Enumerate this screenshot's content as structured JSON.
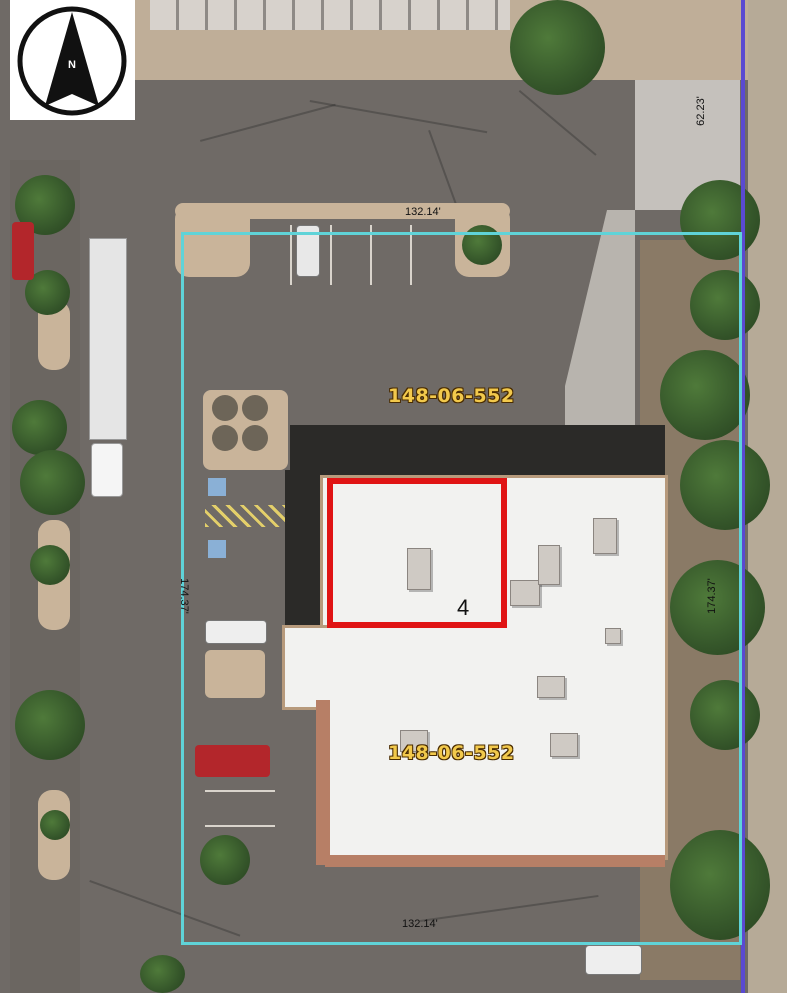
{
  "map": {
    "compass": {
      "label": "N",
      "icon": "north-arrow-icon"
    },
    "parcel_labels": {
      "upper": "148-06-552",
      "lower": "148-06-552"
    },
    "dimensions": {
      "top": "132.14'",
      "bottom": "132.14'",
      "left": "174.37'",
      "right": "174.37'",
      "street": "62.23'"
    },
    "highlight": {
      "label": "4",
      "color": "#e01414"
    },
    "colors": {
      "parcel_outline": "#5fd3d8",
      "parcel_label": "#f2c94c",
      "property_line": "#5a4ad1",
      "pavement": "#6f6a66",
      "roof": "#f2f2f0"
    }
  }
}
